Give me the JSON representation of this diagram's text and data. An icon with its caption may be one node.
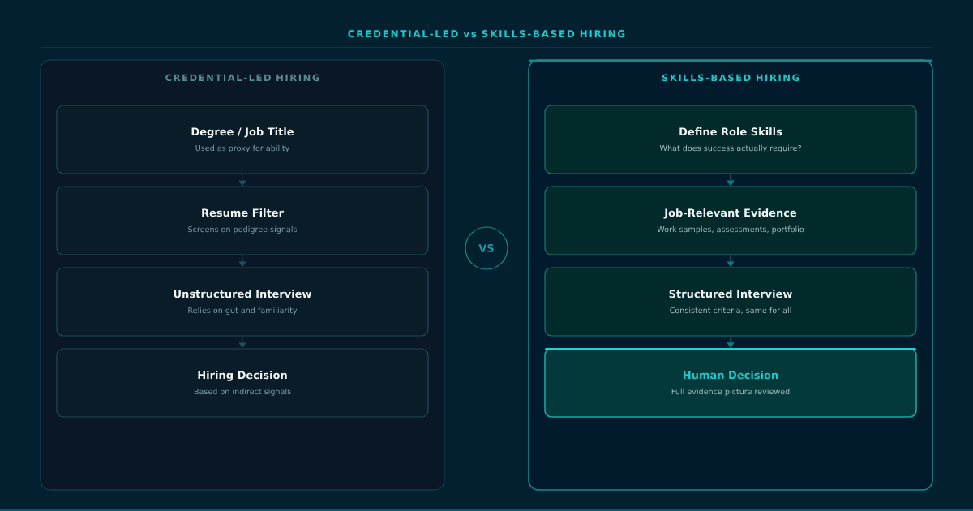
{
  "diagram": {
    "title": "CREDENTIAL-LED vs SKILLS-BASED HIRING",
    "nodes": [
      {
        "text": [
          "CREDENTIAL-LED HIRING"
        ]
      },
      {
        "text": [
          "Degree / Job Title",
          "Used as proxy for ability"
        ],
        "in": 0
      },
      {
        "text": [
          "Resume Filter",
          "Screens on pedigree signals"
        ],
        "in": 0
      },
      {
        "text": [
          "Unstructured Interview",
          "Relies on gut and familiarity"
        ],
        "in": 0
      },
      {
        "text": [
          "Hiring Decision",
          "Based on indirect signals"
        ],
        "in": 0
      },
      {
        "text": [
          "VS"
        ]
      },
      {
        "text": [
          "SKILLS-BASED HIRING"
        ]
      },
      {
        "text": [
          "Define Role Skills",
          "What does success actually require?"
        ],
        "in": 6
      },
      {
        "text": [
          "Job-Relevant Evidence",
          "Work samples, assessments, portfolio"
        ],
        "in": 6
      },
      {
        "text": [
          "Structured Interview",
          "Consistent criteria, same for all"
        ],
        "in": 6
      },
      {
        "text": [
          "Human Decision",
          "Full evidence picture reviewed"
        ],
        "in": 6
      }
    ],
    "edges": [
      {
        "from": 1,
        "to": 2,
        "arrow": "to",
        "style": "dashed",
        "color": "#1f4e5a"
      },
      {
        "from": 2,
        "to": 3,
        "arrow": "to",
        "style": "dashed",
        "color": "#1f4e5a"
      },
      {
        "from": 3,
        "to": 4,
        "arrow": "to",
        "style": "dashed",
        "color": "#1f4e5a"
      },
      {
        "from": 7,
        "to": 8,
        "arrow": "to"
      },
      {
        "from": 8,
        "to": 9,
        "arrow": "to"
      },
      {
        "from": 9,
        "to": 10,
        "arrow": "to"
      }
    ]
  }
}
